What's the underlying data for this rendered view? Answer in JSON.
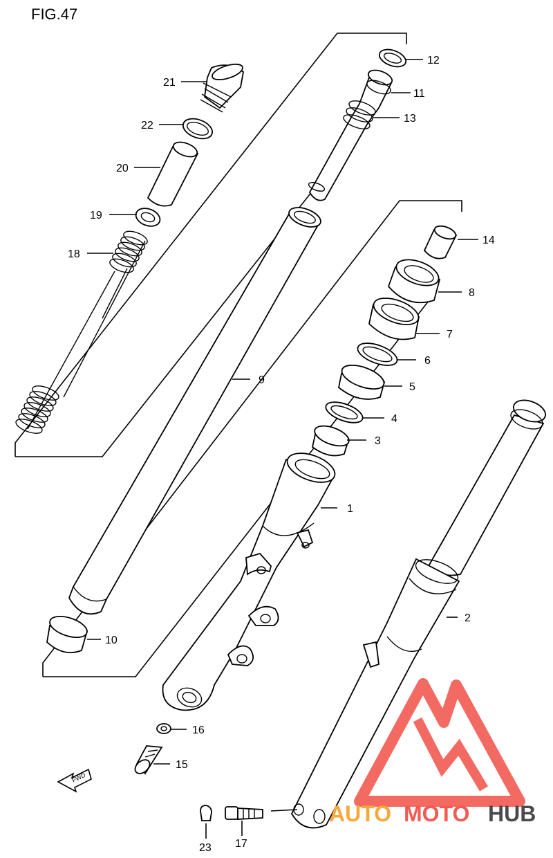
{
  "figure": {
    "title": "FIG.47"
  },
  "fwd_label": "FWD",
  "watermark": {
    "word_part1": "AUTO",
    "word_part2": "MOTO",
    "word_part3": "HUB",
    "colors": {
      "red": "#f25a52",
      "orange": "#f4a93a",
      "dark": "#4a4a4a"
    }
  },
  "callouts": [
    {
      "num": "1"
    },
    {
      "num": "2"
    },
    {
      "num": "3"
    },
    {
      "num": "4"
    },
    {
      "num": "5"
    },
    {
      "num": "6"
    },
    {
      "num": "7"
    },
    {
      "num": "8"
    },
    {
      "num": "9"
    },
    {
      "num": "10"
    },
    {
      "num": "11"
    },
    {
      "num": "12"
    },
    {
      "num": "13"
    },
    {
      "num": "14"
    },
    {
      "num": "15"
    },
    {
      "num": "16"
    },
    {
      "num": "17"
    },
    {
      "num": "18"
    },
    {
      "num": "19"
    },
    {
      "num": "20"
    },
    {
      "num": "21"
    },
    {
      "num": "22"
    },
    {
      "num": "23"
    }
  ]
}
